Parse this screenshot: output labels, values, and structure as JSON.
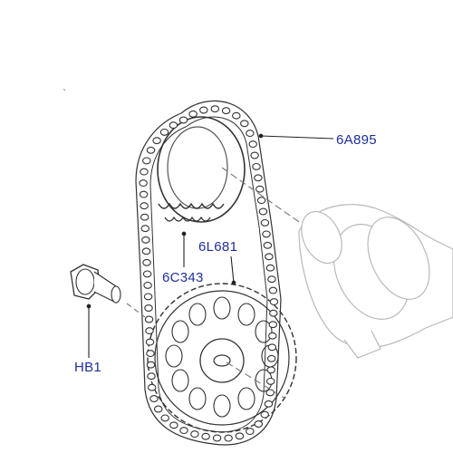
{
  "callouts": {
    "timing_chain": "6A895",
    "crank_sprocket": "6L681",
    "cam_sprocket": "6C343",
    "bolt": "HB1"
  }
}
